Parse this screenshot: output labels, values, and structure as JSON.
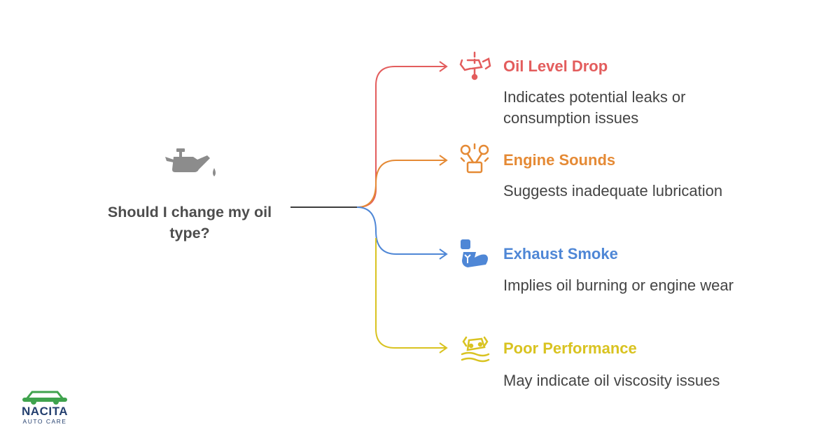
{
  "question": "Should I change my oil type?",
  "central_icon": "oil-can-icon",
  "colors": {
    "stem": "#3d3d3d",
    "red": "#e35d5d",
    "orange": "#e58a35",
    "blue": "#4f87d6",
    "yellow": "#d9c321"
  },
  "branches": [
    {
      "title": "Oil Level Drop",
      "description": "Indicates potential leaks or consumption issues",
      "icon": "oil-level-icon",
      "color": "#e35d5d"
    },
    {
      "title": "Engine Sounds",
      "description": "Suggests inadequate lubrication",
      "icon": "engine-pistons-icon",
      "color": "#e58a35"
    },
    {
      "title": "Exhaust Smoke",
      "description": "Implies oil burning or engine wear",
      "icon": "exhaust-smoke-icon",
      "color": "#4f87d6"
    },
    {
      "title": "Poor Performance",
      "description": "May indicate oil viscosity issues",
      "icon": "car-skid-icon",
      "color": "#d9c321"
    }
  ],
  "logo": {
    "name": "NACITA",
    "tagline": "AUTO CARE",
    "icon": "car-icon"
  }
}
